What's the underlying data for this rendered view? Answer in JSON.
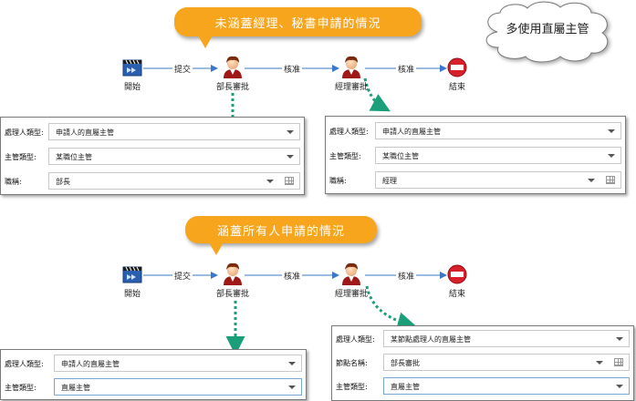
{
  "callouts": {
    "top": "未涵蓋經理、秘書申請的情況",
    "bottom": "涵蓋所有人申請的情況",
    "cloud": "多使用直屬主管"
  },
  "flow1": {
    "nodes": [
      "開始",
      "部長審批",
      "經理審批",
      "結束"
    ],
    "edges": [
      "提交",
      "核准",
      "核准"
    ]
  },
  "flow2": {
    "nodes": [
      "開始",
      "部長審批",
      "經理審批",
      "結束"
    ],
    "edges": [
      "提交",
      "核准",
      "核准"
    ]
  },
  "panels": {
    "p1": {
      "rows": [
        {
          "label": "處理人類型:",
          "value": "申請人的直屬主管"
        },
        {
          "label": "主管類型:",
          "value": "某職位主管"
        },
        {
          "label": "職稱:",
          "value": "部長"
        }
      ]
    },
    "p2": {
      "rows": [
        {
          "label": "處理人類型:",
          "value": "申請人的直屬主管"
        },
        {
          "label": "主管類型:",
          "value": "某職位主管"
        },
        {
          "label": "職稱:",
          "value": "經理"
        }
      ]
    },
    "p3": {
      "rows": [
        {
          "label": "處理人類型:",
          "value": "申請人的直屬主管"
        },
        {
          "label": "主管類型:",
          "value": "直屬主管"
        }
      ]
    },
    "p4": {
      "rows": [
        {
          "label": "處理人類型:",
          "value": "某節點處理人的直屬主管"
        },
        {
          "label": "節點名稱:",
          "value": "部長審批"
        },
        {
          "label": "主管類型:",
          "value": "直屬主管"
        }
      ]
    }
  },
  "colors": {
    "callout": "#f7a51d",
    "connector": "#1a9f7a",
    "edge": "#3b78c9",
    "end": "#d8202a"
  },
  "icons": [
    "start-icon",
    "user-icon",
    "end-icon",
    "dropdown-icon",
    "grid-icon"
  ]
}
